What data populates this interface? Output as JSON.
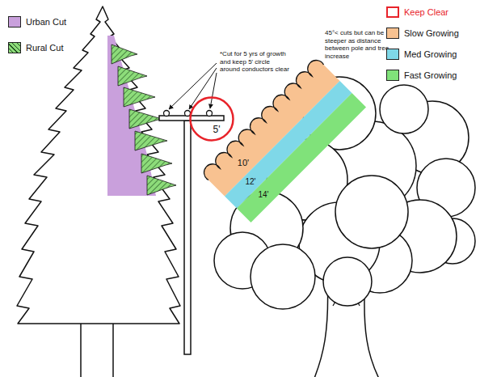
{
  "diagram": {
    "nodes": [
      {
        "text": [
          "5'"
        ]
      },
      {
        "text": [
          "10'"
        ]
      },
      {
        "text": [
          "12'"
        ]
      },
      {
        "text": [
          "14'"
        ]
      }
    ],
    "labels": [
      "*Cut for 5 yrs of growth and keep 5' circle around conductors clear",
      "45°< cuts but can be steeper as distance between pole and tree increase"
    ],
    "legend": [
      {
        "text": "Urban Cut",
        "color": "#c9a0dc"
      },
      {
        "text": "Rural Cut",
        "color": "#8ddc7a"
      },
      {
        "text": "Keep Clear",
        "color": "#e8232a"
      },
      {
        "text": "Slow Growing",
        "color": "#f8c291"
      },
      {
        "text": "Med Growing",
        "color": "#7fd8e8"
      },
      {
        "text": "Fast Growing",
        "color": "#80e27a"
      }
    ]
  }
}
